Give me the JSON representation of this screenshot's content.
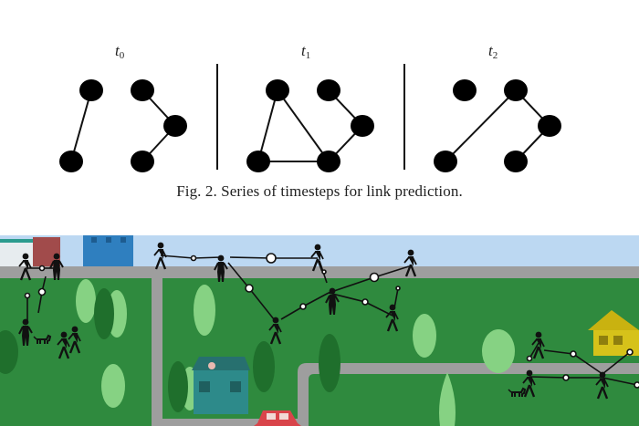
{
  "figure": {
    "panels": [
      {
        "label": "t",
        "sub": "0"
      },
      {
        "label": "t",
        "sub": "1"
      },
      {
        "label": "t",
        "sub": "2"
      }
    ],
    "caption": "Fig. 2.   Series of timesteps for link prediction."
  },
  "colors": {
    "node": "#000000",
    "sky": "#bcd8f2",
    "grass": "#2f8a3e",
    "road": "#9b9b9b",
    "tree": "#7ccf7a",
    "house_teal": "#2d8a8a",
    "house_yellow": "#d6c21a",
    "car": "#d9444a"
  },
  "scene": {
    "description_icons": [
      "person-icon",
      "tree-icon",
      "house-icon",
      "car-icon",
      "dog-icon",
      "network-node-icon"
    ]
  }
}
